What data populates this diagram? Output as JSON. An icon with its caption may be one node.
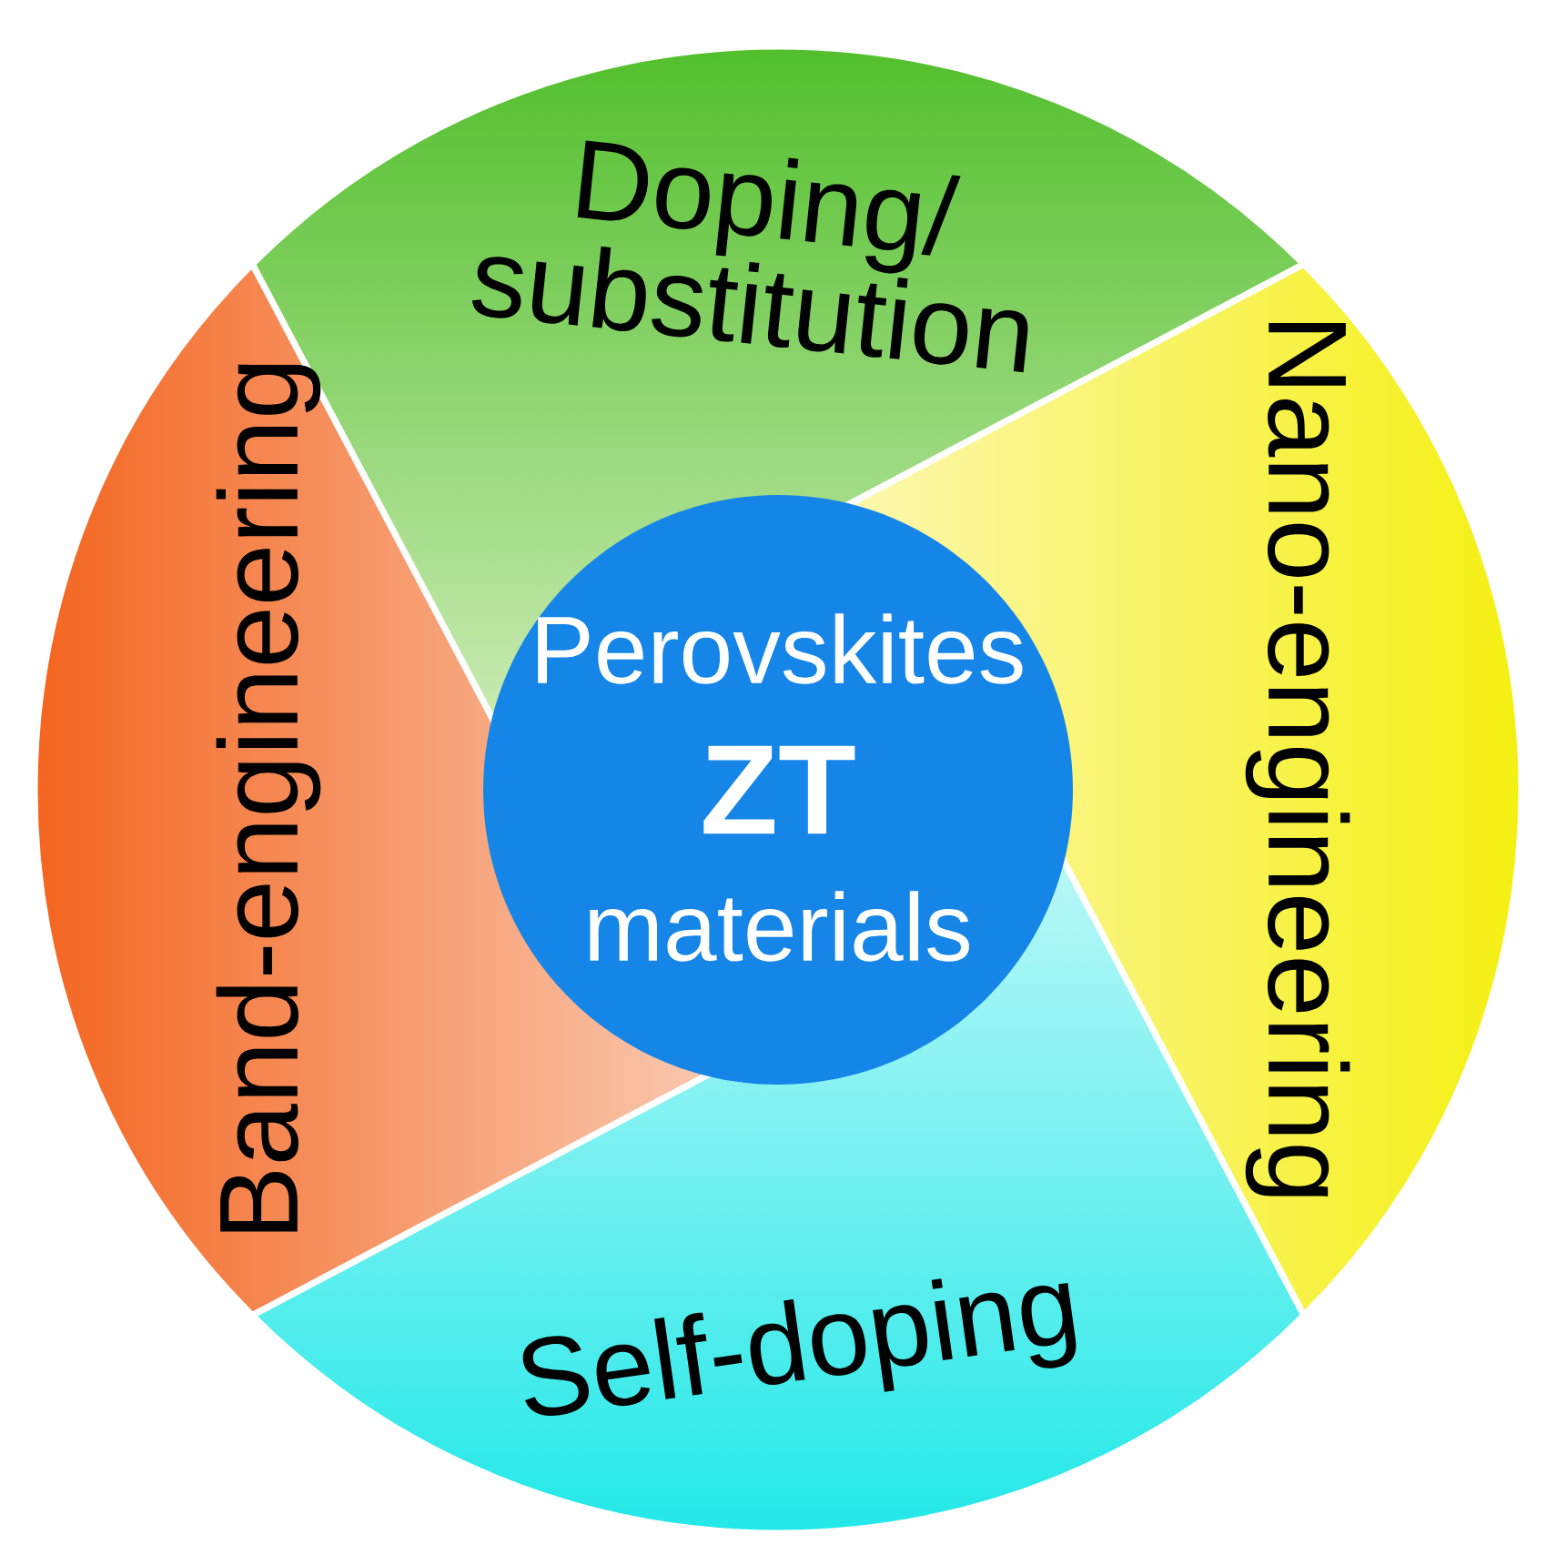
{
  "diagram": {
    "nodes": [
      {
        "text": [
          "Doping/ substitution"
        ]
      },
      {
        "text": [
          "Band-engineering"
        ]
      },
      {
        "text": [
          "Nano-engineering"
        ]
      },
      {
        "text": [
          "Perovskites",
          "ZT",
          "materials"
        ]
      },
      {
        "text": [
          "Self-doping"
        ]
      }
    ]
  }
}
